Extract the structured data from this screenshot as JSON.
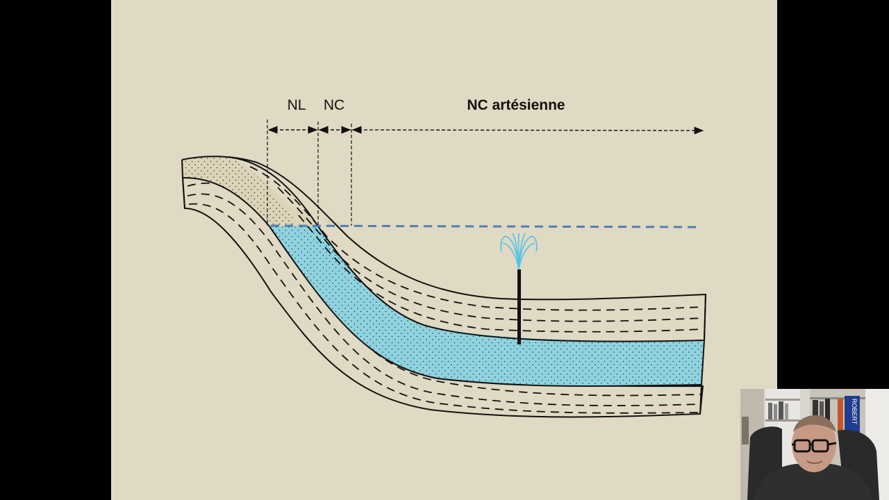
{
  "diagram": {
    "labels": {
      "nl": "NL",
      "nc": "NC",
      "nc_artesian": "NC artésienne"
    },
    "colors": {
      "background": "#e0d9c3",
      "aquifer": "#8fd3e0",
      "water_level": "#4f7fb3",
      "fountain": "#4fc3e8",
      "layer_line": "#111111"
    }
  },
  "webcam": {
    "book_spine_text": "ROBERT"
  }
}
